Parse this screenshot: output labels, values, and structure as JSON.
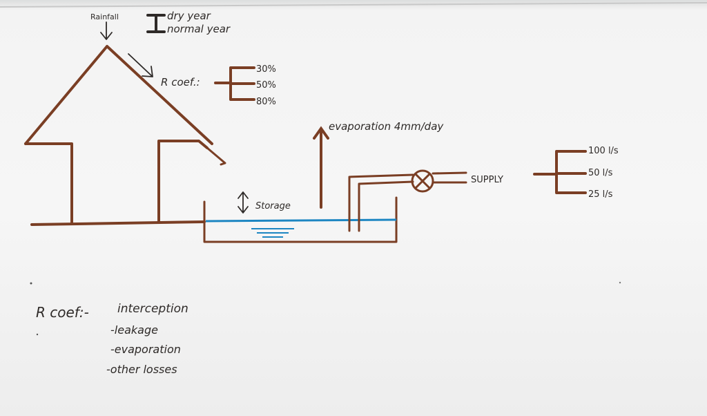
{
  "rainfall": {
    "label": "Rainfall",
    "scenarios": [
      "dry year",
      "normal year"
    ]
  },
  "runoff_coefficient": {
    "label": "R coef.:",
    "values": [
      "30%",
      "50%",
      "80%"
    ]
  },
  "evaporation": {
    "label": "evaporation 4mm/day"
  },
  "storage": {
    "label": "Storage"
  },
  "supply": {
    "label": "SUPPLY",
    "values": [
      "100 l/s",
      "50 l/s",
      "25 l/s"
    ]
  },
  "notes": {
    "heading": "R coef:-",
    "items": [
      "interception",
      "-leakage",
      "-evaporation",
      "-other losses"
    ]
  },
  "colors": {
    "pipe": "#7a3e24",
    "water": "#1d86c2",
    "ink": "#2e2a28"
  }
}
